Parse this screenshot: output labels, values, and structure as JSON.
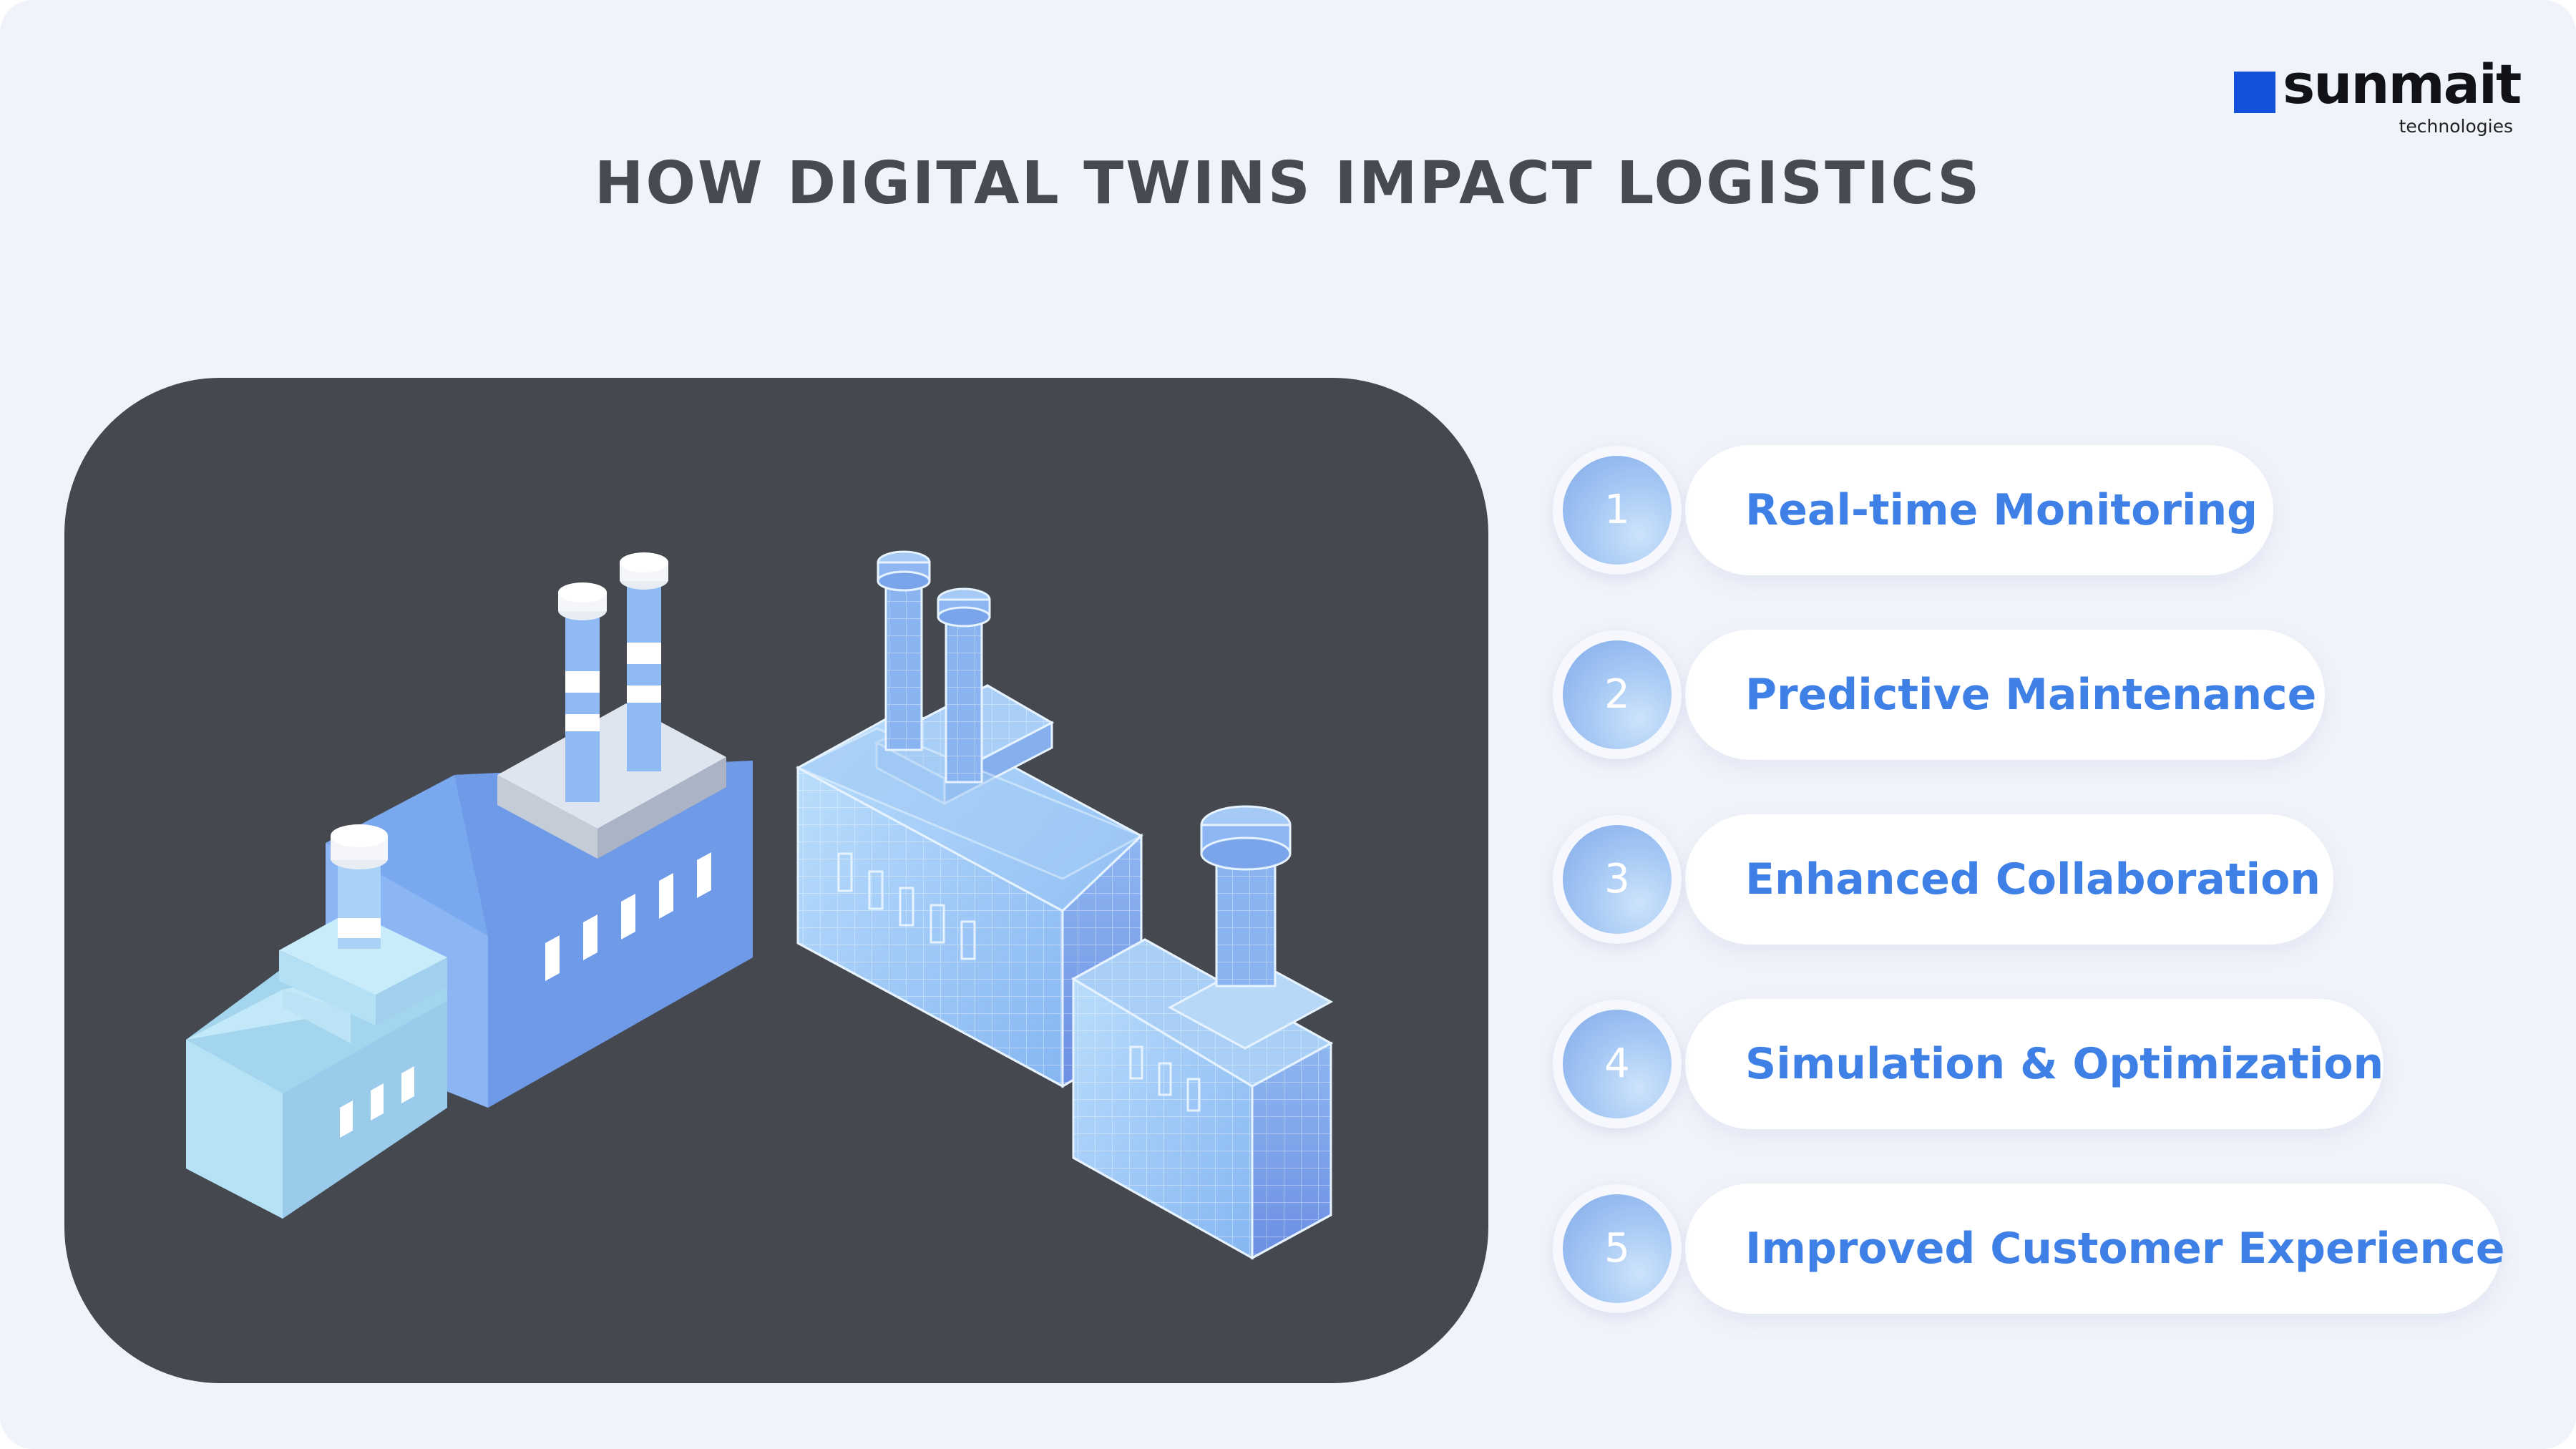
{
  "brand": {
    "name": "sunmait",
    "tagline": "technologies",
    "color": "#1352d8"
  },
  "title": "HOW DIGITAL TWINS IMPACT LOGISTICS",
  "illustration": {
    "subject": "factory-and-digital-twin-icon",
    "background_color": "#45484f"
  },
  "items": [
    {
      "number": "1",
      "label": "Real-time Monitoring"
    },
    {
      "number": "2",
      "label": "Predictive Maintenance"
    },
    {
      "number": "3",
      "label": "Enhanced Collaboration"
    },
    {
      "number": "4",
      "label": "Simulation & Optimization"
    },
    {
      "number": "5",
      "label": "Improved Customer Experience"
    }
  ],
  "colors": {
    "accent_text": "#3f80e6",
    "title_text": "#474a51",
    "background": "#f1f3fa"
  }
}
